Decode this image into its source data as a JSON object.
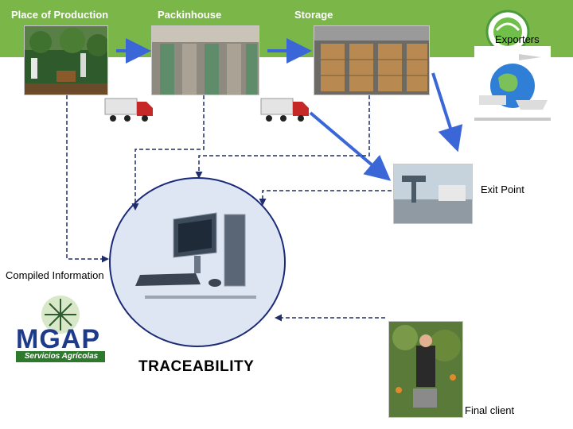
{
  "stages": {
    "production": "Place of Production",
    "packinghouse": "Packinhouse",
    "storage": "Storage",
    "exporters": "Exporters",
    "exit_point": "Exit Point",
    "final_client": "Final client"
  },
  "center": {
    "compiled_info": "Compiled  Information",
    "title": "TRACEABILITY"
  },
  "logo": {
    "name": "MGAP",
    "subtitle": "Servicios Agrícolas"
  },
  "colors": {
    "banner": "#7ab648",
    "arrow_blue": "#3a66d8",
    "dashed_line": "#1f2d6b",
    "circle_fill": "#dfe6f3",
    "circle_stroke": "#1b2a78"
  }
}
